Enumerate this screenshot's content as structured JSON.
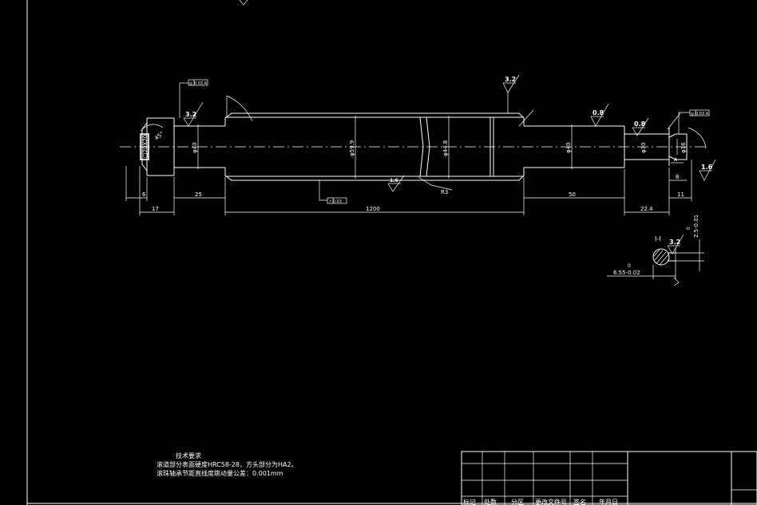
{
  "drawing": {
    "dimensions": {
      "len_6": "6",
      "len_17": "17",
      "len_25": "25",
      "len_1200": "1200",
      "len_50": "50",
      "len_22_4": "22.4",
      "len_11": "11",
      "len_8": "8",
      "dia_40_left": "φ40",
      "dia_59_9": "φ59.9",
      "dia_44_8": "φ44.8",
      "dia_40_right": "φ40",
      "dia_30": "φ30",
      "dia_16": "φ16",
      "dia_r3": "R3",
      "section_6_55": "6.55-0.02",
      "section_0_a": "0",
      "section_2_5": "2.5-0.01",
      "section_0_b": "0",
      "sq_end": "□20X20",
      "angle_45": "45°"
    },
    "roughness": {
      "r32_left": "3.2",
      "r32_top": "3.2",
      "r08_a": "0.8",
      "r08_b": "0.8",
      "r16": "1.6",
      "r16_mid": "1.6",
      "r32_section": "3.2"
    },
    "gdt": {
      "left": "◎ 0.03 A",
      "bottom": "↗ 0.03",
      "right": "◎ 0.03 A",
      "datum": "A"
    },
    "section_label": "I-I"
  },
  "notes": {
    "title": "技术要求",
    "line1": "滚道部分表面硬度HRC58-28，方头部分为HA2。",
    "line2": "滚珠轴承节距直线度跳动量公差：0.001mm"
  },
  "title_block": {
    "headers": [
      "标记",
      "处数",
      "分区",
      "更改文件号",
      "签名",
      "年月日"
    ]
  }
}
